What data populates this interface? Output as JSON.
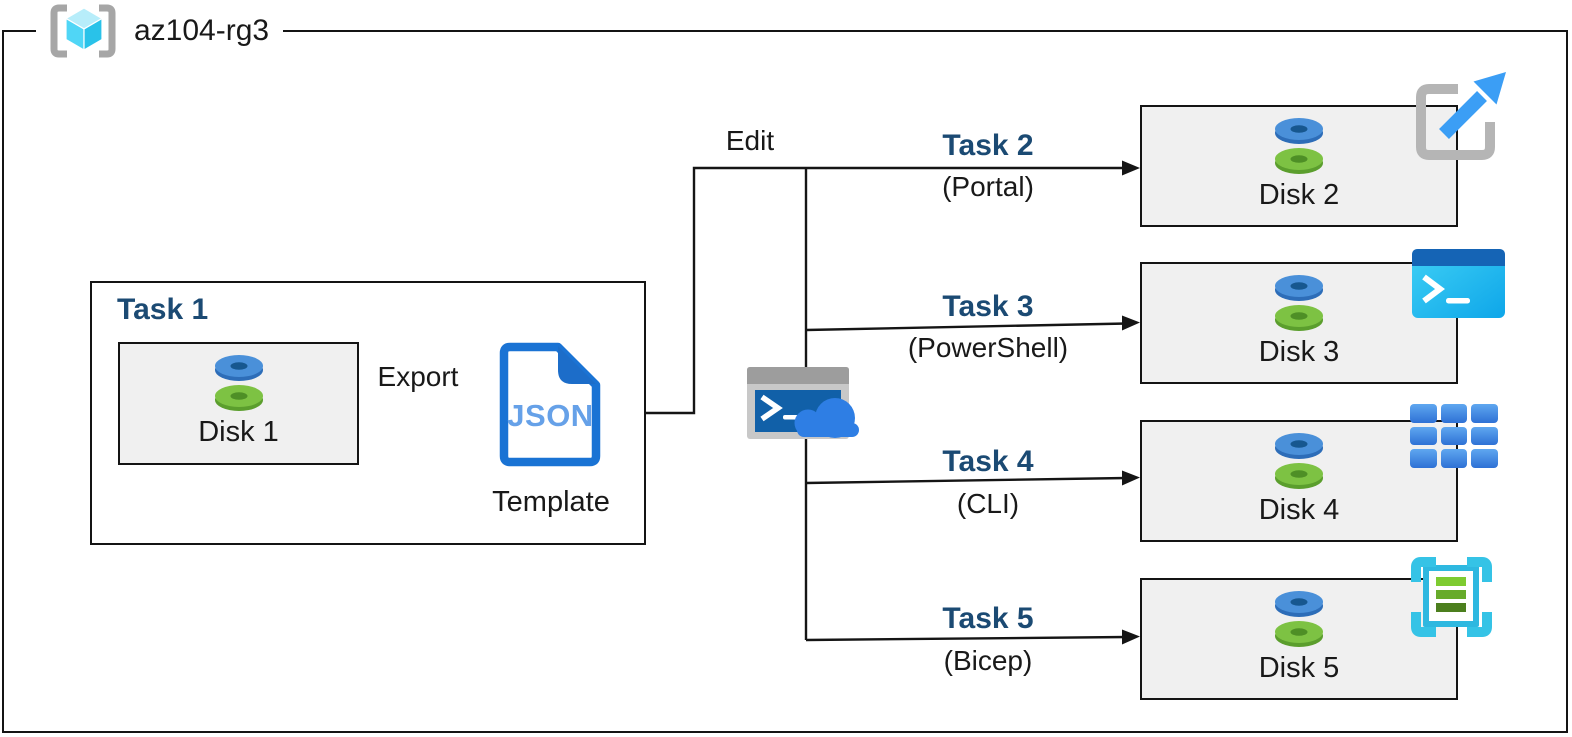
{
  "resource_group": {
    "name": "az104-rg3"
  },
  "task1": {
    "title": "Task 1",
    "disk_label": "Disk 1",
    "export_label": "Export",
    "template_file_type": "JSON",
    "template_label": "Template"
  },
  "edit_label": "Edit",
  "tasks": [
    {
      "title": "Task 2",
      "method": "(Portal)",
      "disk_label": "Disk 2",
      "icon": "azure-portal-icon"
    },
    {
      "title": "Task 3",
      "method": "(PowerShell)",
      "disk_label": "Disk 3",
      "icon": "powershell-icon"
    },
    {
      "title": "Task 4",
      "method": "(CLI)",
      "disk_label": "Disk 4",
      "icon": "azure-cli-icon"
    },
    {
      "title": "Task 5",
      "method": "(Bicep)",
      "disk_label": "Disk 5",
      "icon": "bicep-template-icon"
    }
  ],
  "icons": {
    "resource_group": "resource-group-icon",
    "disk": "managed-disk-icon",
    "json_template": "json-file-icon",
    "cloud_shell": "cloud-shell-icon"
  },
  "colors": {
    "task_heading_blue": "#1b4a73",
    "box_fill_gray": "#f0f0f0",
    "line_black": "#151515",
    "disk_blue": "#3f88d4",
    "disk_green": "#7dc243",
    "json_border_blue": "#1a73d4",
    "portal_arrow_blue": "#3b9ef5",
    "powershell_cyan": "#29c3ef",
    "cli_blue": "#2e71d5",
    "bicep_cyan": "#2eb8e0",
    "cloud_blue": "#2e7ee4",
    "bracket_gray": "#a6a6a6"
  }
}
